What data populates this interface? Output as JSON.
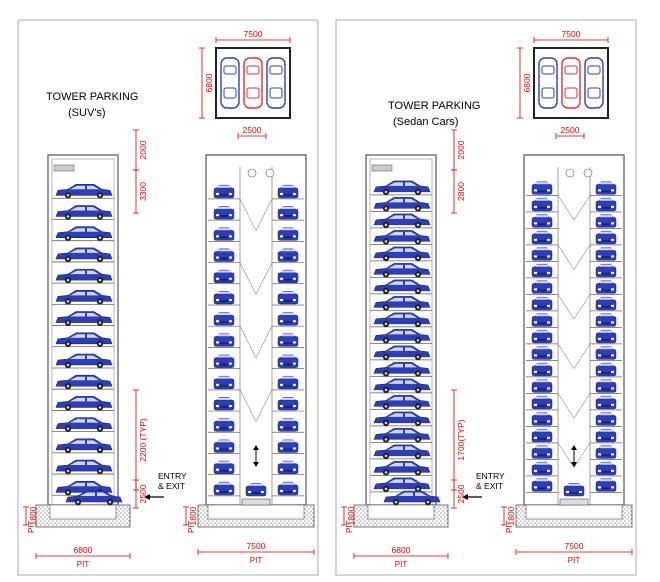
{
  "panels": [
    {
      "title_line1": "TOWER PARKING",
      "title_line2": "(SUV's)",
      "plan_width": "7500",
      "plan_depth": "6800",
      "plan_bay": "2500",
      "dim_top": "2000",
      "dim_second": "3300",
      "dim_typ": "2200 (TYP)",
      "dim_bottom": "2500",
      "pit_depth": "1800",
      "pit_side": "PIT",
      "entry_line1": "ENTRY",
      "entry_line2": "& EXIT",
      "bottom_left_dim": "6800",
      "bottom_left_pit": "PIT",
      "bottom_right_dim": "7500",
      "bottom_right_pit": "PIT",
      "levels": 15
    },
    {
      "title_line1": "TOWER PARKING",
      "title_line2": "(Sedan Cars)",
      "plan_width": "7500",
      "plan_depth": "6800",
      "plan_bay": "2500",
      "dim_top": "2000",
      "dim_second": "2800",
      "dim_typ": "1700(TYP)",
      "dim_bottom": "2500",
      "pit_depth": "1800",
      "pit_side": "PIT",
      "entry_line1": "ENTRY",
      "entry_line2": "& EXIT",
      "bottom_left_dim": "6800",
      "bottom_left_pit": "PIT",
      "bottom_right_dim": "7500",
      "bottom_right_pit": "PIT",
      "levels": 19
    }
  ],
  "colors": {
    "car_blue": "#2f3fb3",
    "car_red": "#e03030",
    "dim_red": "#dd0000",
    "wall": "#444444"
  }
}
